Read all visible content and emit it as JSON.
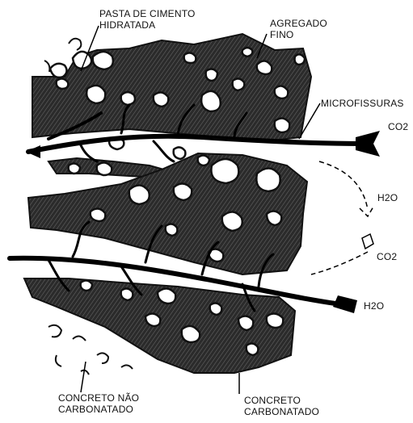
{
  "labels": {
    "pasta": [
      "PASTA DE CIMENTO",
      "HIDRATADA"
    ],
    "agregado": [
      "AGREGADO",
      "FINO"
    ],
    "microfissuras": "MICROFISSURAS",
    "co2_top": "CO2",
    "h2o_top": "H2O",
    "co2_mid": "CO2",
    "h2o_bottom": "H2O",
    "nao_carbonatado": [
      "CONCRETO NÃO",
      "CARBONATADO"
    ],
    "carbonatado": [
      "CONCRETO",
      "CARBONATADO"
    ]
  }
}
